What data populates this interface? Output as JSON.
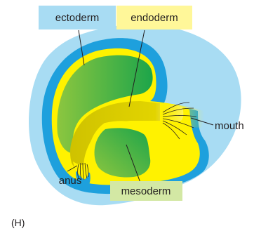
{
  "labels": {
    "ectoderm": "ectoderm",
    "endoderm": "endoderm",
    "mouth": "mouth",
    "anus": "anus",
    "mesoderm": "mesoderm",
    "panel": "(H)"
  },
  "colors": {
    "ectoderm_outer": "#a8dcf3",
    "ectoderm_inner": "#1ea0dd",
    "endoderm": "#fff200",
    "endoderm_dark": "#d8cc00",
    "mesoderm_dark": "#1da54a",
    "mesoderm_light": "#8cc63f",
    "ectoderm_tag": "#a8dcf3",
    "endoderm_tag": "#fff799",
    "mesoderm_tag": "#d3e8a4"
  }
}
